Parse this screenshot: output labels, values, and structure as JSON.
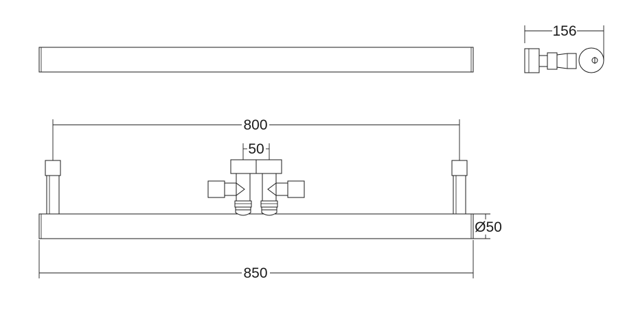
{
  "dimensions": {
    "side_depth": "156",
    "center_distance": "800",
    "pipe_spacing": "50",
    "tube_diameter": "Ø50",
    "overall_width": "850"
  },
  "colors": {
    "line": "#1a1a1a",
    "background": "#ffffff"
  },
  "icons": {
    "end_cap_symbol": "circle-with-vertical-bar"
  }
}
